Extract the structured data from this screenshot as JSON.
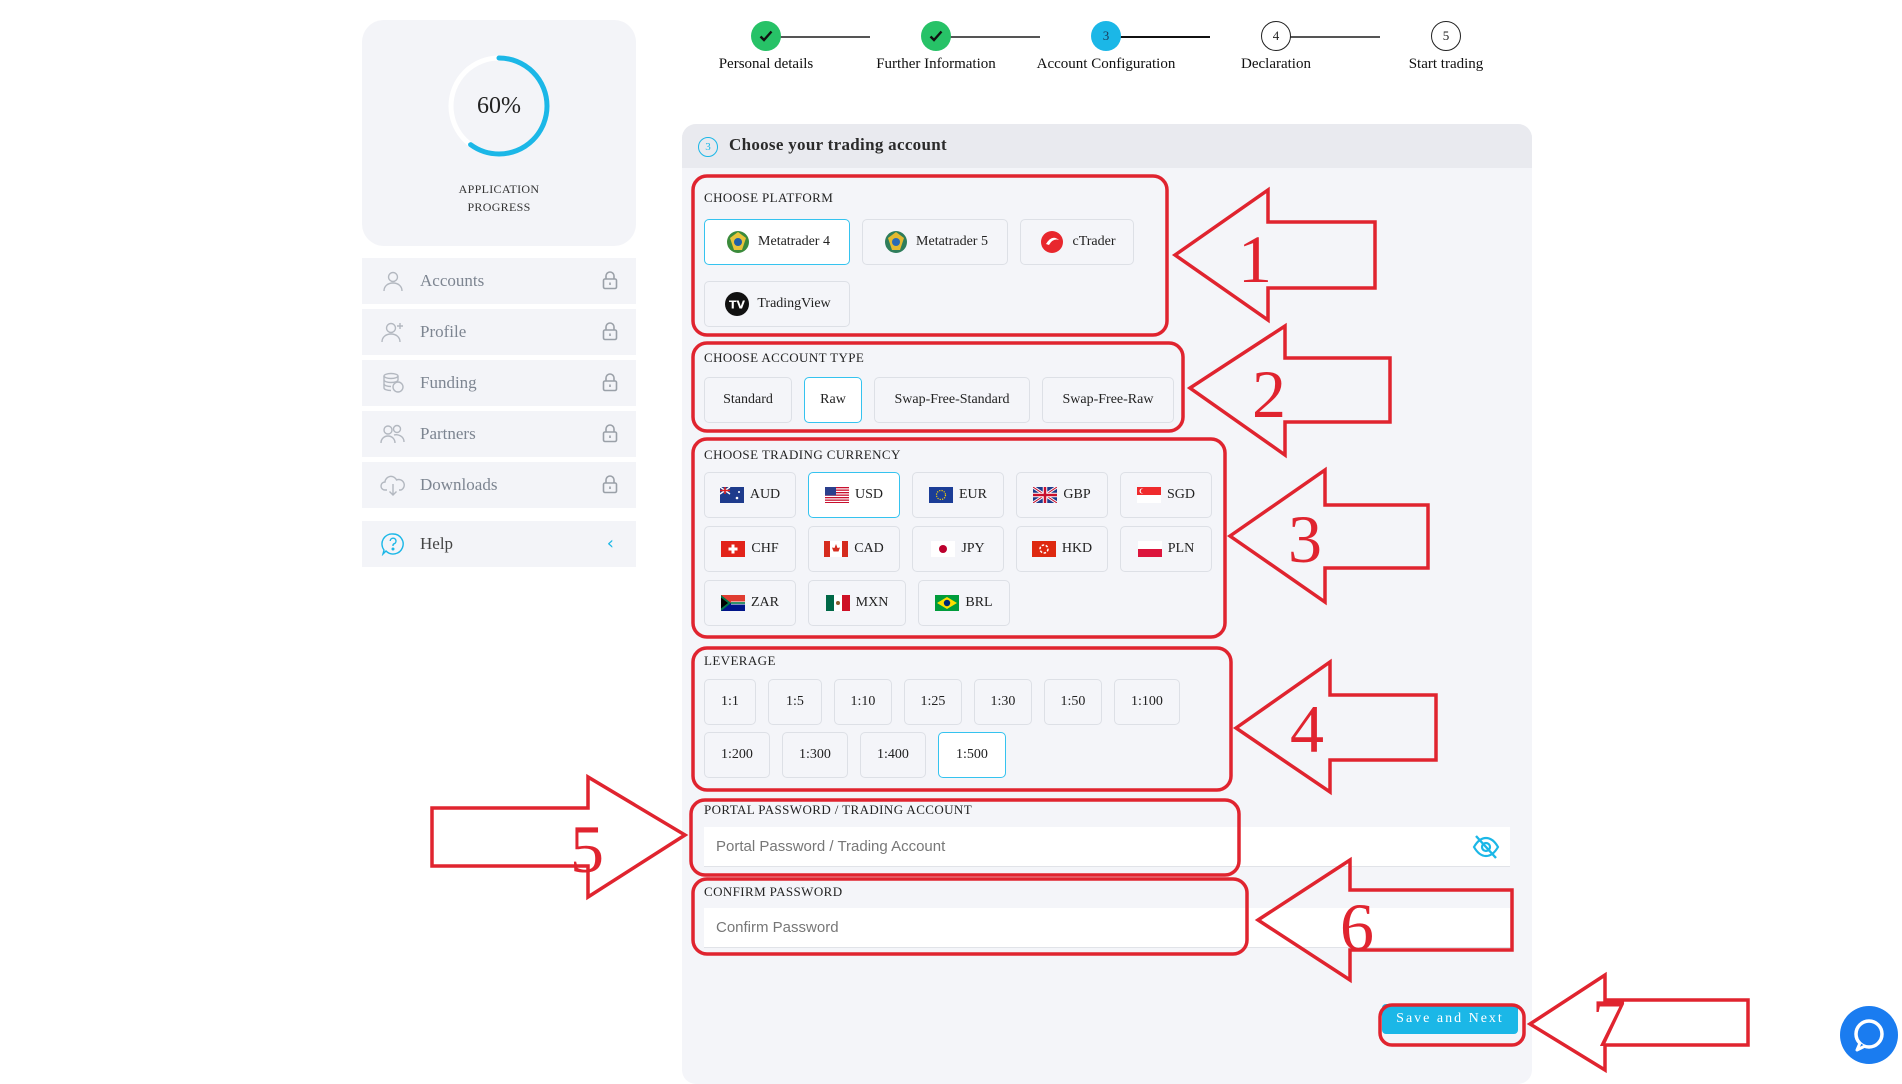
{
  "progress": {
    "value_text": "60%",
    "value_fraction": 0.6,
    "label_line1": "APPLICATION",
    "label_line2": "PROGRESS",
    "color": "#1bb7e7"
  },
  "sidebar": {
    "items": [
      {
        "label": "Accounts",
        "icon": "user-icon",
        "locked": true
      },
      {
        "label": "Profile",
        "icon": "user-plus-icon",
        "locked": true
      },
      {
        "label": "Funding",
        "icon": "coins-icon",
        "locked": true
      },
      {
        "label": "Partners",
        "icon": "users-icon",
        "locked": true
      },
      {
        "label": "Downloads",
        "icon": "cloud-download-icon",
        "locked": true
      }
    ],
    "help": {
      "label": "Help",
      "icon": "question-icon",
      "chevron": "‹"
    }
  },
  "stepper": {
    "steps": [
      {
        "label": "Personal details",
        "state": "done",
        "number": ""
      },
      {
        "label": "Further Information",
        "state": "done",
        "number": ""
      },
      {
        "label": "Account Configuration",
        "state": "active",
        "number": "3"
      },
      {
        "label": "Declaration",
        "state": "todo",
        "number": "4"
      },
      {
        "label": "Start trading",
        "state": "todo",
        "number": "5"
      }
    ]
  },
  "card": {
    "header_number": "3",
    "title": "Choose your trading account",
    "platform": {
      "label": "CHOOSE PLATFORM",
      "options": [
        "Metatrader 4",
        "Metatrader 5",
        "cTrader",
        "TradingView"
      ],
      "selected": "Metatrader 4"
    },
    "account_type": {
      "label": "CHOOSE ACCOUNT TYPE",
      "options": [
        "Standard",
        "Raw",
        "Swap-Free-Standard",
        "Swap-Free-Raw"
      ],
      "selected": "Raw"
    },
    "currency": {
      "label": "CHOOSE TRADING CURRENCY",
      "options": [
        "AUD",
        "USD",
        "EUR",
        "GBP",
        "SGD",
        "CHF",
        "CAD",
        "JPY",
        "HKD",
        "PLN",
        "ZAR",
        "MXN",
        "BRL"
      ],
      "selected": "USD"
    },
    "leverage": {
      "label": "LEVERAGE",
      "options": [
        "1:1",
        "1:5",
        "1:10",
        "1:25",
        "1:30",
        "1:50",
        "1:100",
        "1:200",
        "1:300",
        "1:400",
        "1:500"
      ],
      "selected": "1:500"
    },
    "password": {
      "label": "PORTAL PASSWORD / TRADING ACCOUNT",
      "placeholder": "Portal Password / Trading Account",
      "value": ""
    },
    "confirm": {
      "label": "CONFIRM PASSWORD",
      "placeholder": "Confirm Password",
      "value": ""
    },
    "save_label": "Save and Next"
  },
  "annotations": {
    "numbers": [
      "1",
      "2",
      "3",
      "4",
      "5",
      "6",
      "7"
    ],
    "color": "#e0242f"
  },
  "colors": {
    "accent": "#1bb7e7",
    "done": "#27c267",
    "annotation": "#e0242f",
    "chat": "#1a7cf0"
  }
}
